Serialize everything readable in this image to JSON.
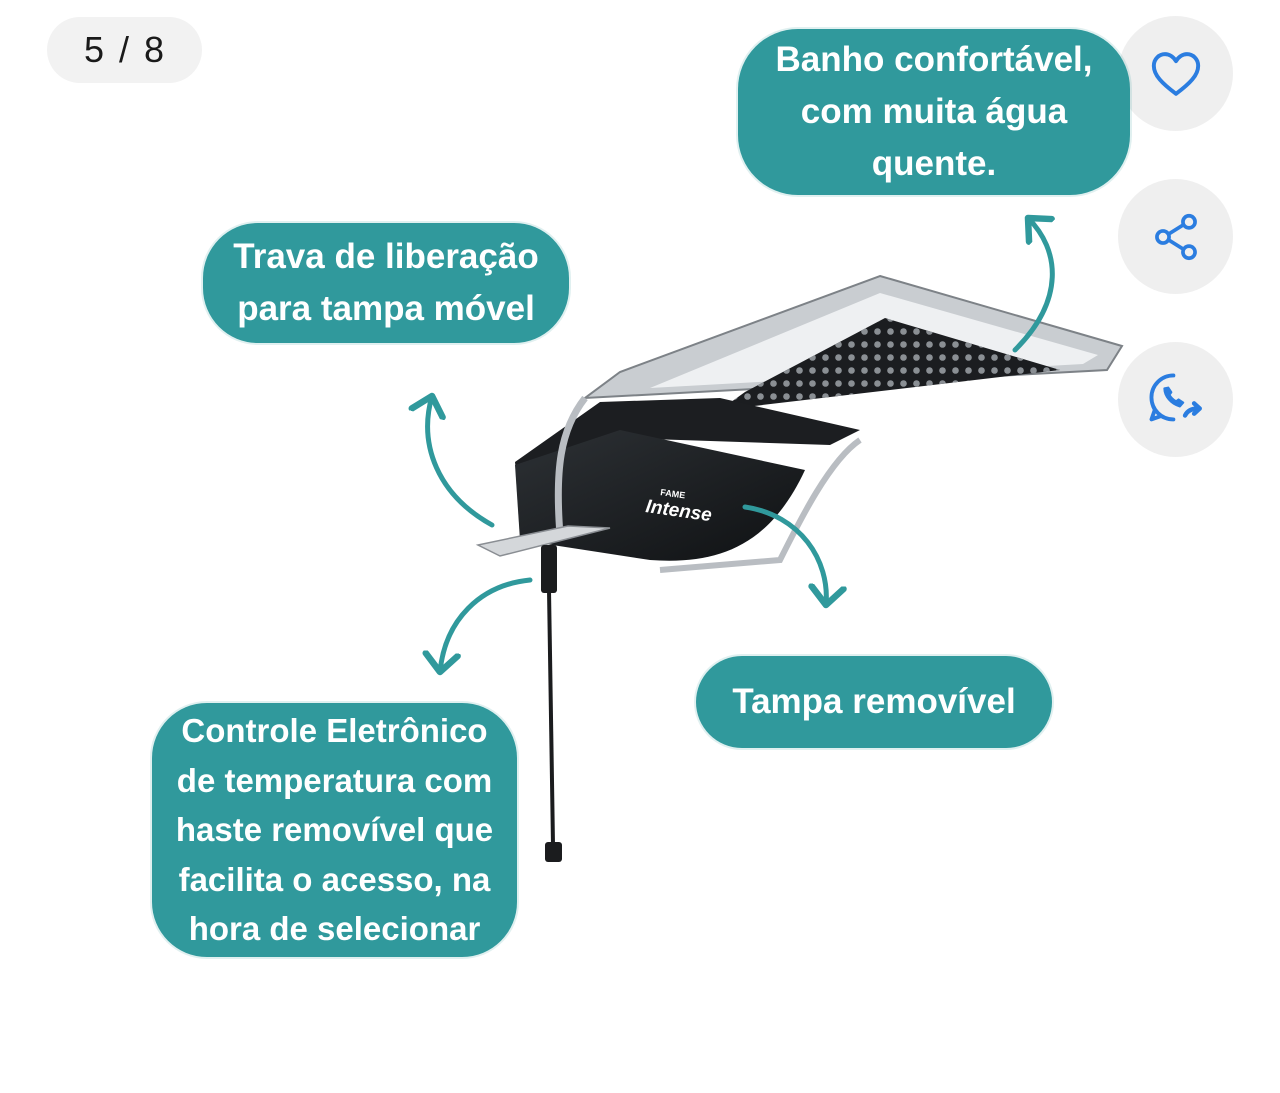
{
  "gallery": {
    "current": "5",
    "separator": "/",
    "total": "8"
  },
  "actions": {
    "favorite_icon": "heart-icon",
    "share_icon": "share-icon",
    "whatsapp_icon": "whatsapp-share-icon",
    "accent_color": "#2b7de0"
  },
  "image": {
    "brand_color": "#30999c",
    "product_small_text": "FAME",
    "product_model": "Intense",
    "callouts": {
      "comfort": [
        "Banho confortável,",
        "com muita água",
        "quente."
      ],
      "lock": [
        "Trava de liberação",
        "para tampa móvel"
      ],
      "cover": [
        "Tampa removível"
      ],
      "control": [
        "Controle Eletrônico",
        "de temperatura com",
        "haste removível que",
        "facilita o acesso, na",
        "hora de selecionar"
      ]
    }
  }
}
